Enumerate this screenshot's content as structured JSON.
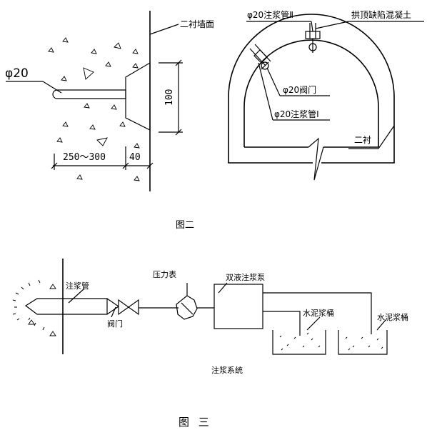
{
  "figure2": {
    "title": "图二",
    "left": {
      "diameter_label": "φ20",
      "wall_label": "二衬墙面",
      "height_dim": "100",
      "length_dim": "250～300",
      "offset_dim": "40"
    },
    "right": {
      "pipe2_label": "φ20注浆管Ⅱ",
      "defect_label": "拱顶缺陷混凝土",
      "valve_label": "φ20阀门",
      "pipe1_label": "φ20注浆管Ⅰ",
      "lining_label": "二衬"
    }
  },
  "figure3": {
    "title": "图 三",
    "system_label": "注浆系统",
    "pipe_label": "注浆管",
    "valve_label": "阀门",
    "gauge_label": "压力表",
    "pump_label": "双液注浆泵",
    "bucket1_label": "水泥浆桶",
    "bucket2_label": "水泥浆桶"
  }
}
